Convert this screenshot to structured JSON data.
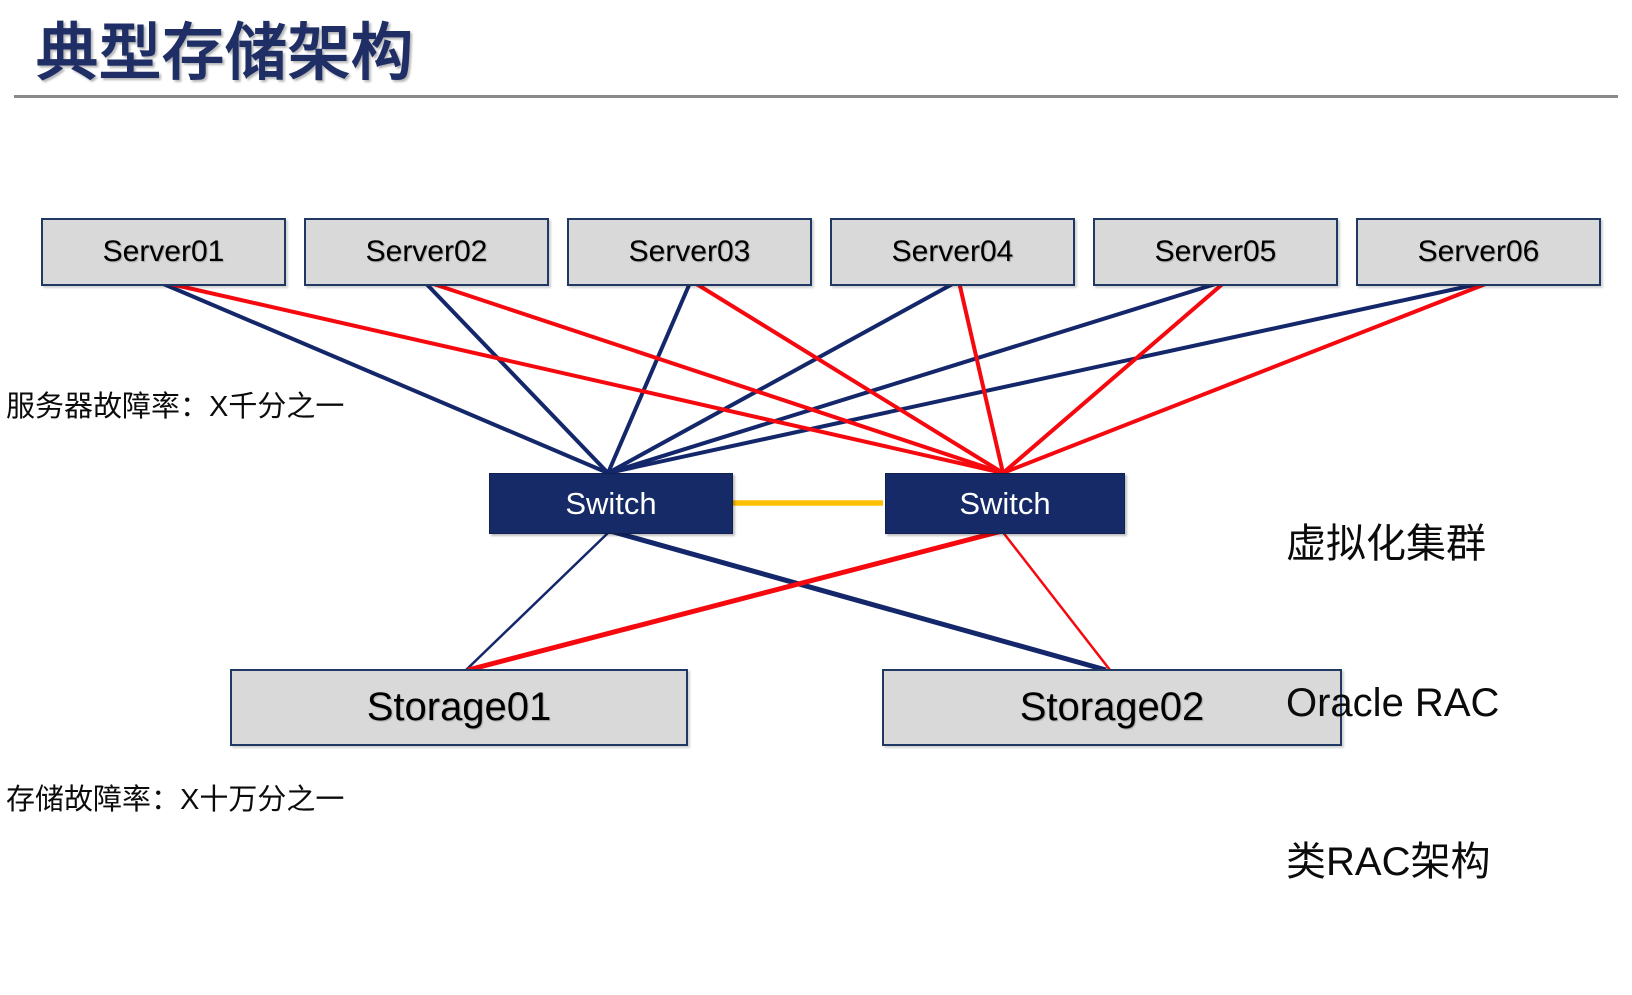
{
  "slide": {
    "title": "典型存储架构",
    "notes": {
      "server_failure_rate": "服务器故障率：X千分之一",
      "storage_failure_rate": "存储故障率：X十万分之一",
      "cluster_note_line1": "虚拟化集群",
      "cluster_note_line2": "Oracle RAC",
      "cluster_note_line3": "类RAC架构"
    }
  },
  "diagram": {
    "servers": [
      {
        "label": "Server01"
      },
      {
        "label": "Server02"
      },
      {
        "label": "Server03"
      },
      {
        "label": "Server04"
      },
      {
        "label": "Server05"
      },
      {
        "label": "Server06"
      }
    ],
    "switches": [
      {
        "label": "Switch"
      },
      {
        "label": "Switch"
      }
    ],
    "storages": [
      {
        "label": "Storage01"
      },
      {
        "label": "Storage02"
      }
    ],
    "links": [
      {
        "from": "Server01",
        "to": "Switch-left",
        "color": "navy"
      },
      {
        "from": "Server02",
        "to": "Switch-left",
        "color": "navy"
      },
      {
        "from": "Server03",
        "to": "Switch-left",
        "color": "navy"
      },
      {
        "from": "Server04",
        "to": "Switch-left",
        "color": "navy"
      },
      {
        "from": "Server05",
        "to": "Switch-left",
        "color": "navy"
      },
      {
        "from": "Server06",
        "to": "Switch-left",
        "color": "navy"
      },
      {
        "from": "Server01",
        "to": "Switch-right",
        "color": "red"
      },
      {
        "from": "Server02",
        "to": "Switch-right",
        "color": "red"
      },
      {
        "from": "Server03",
        "to": "Switch-right",
        "color": "red"
      },
      {
        "from": "Server04",
        "to": "Switch-right",
        "color": "red"
      },
      {
        "from": "Server05",
        "to": "Switch-right",
        "color": "red"
      },
      {
        "from": "Server06",
        "to": "Switch-right",
        "color": "red"
      },
      {
        "from": "Switch-left",
        "to": "Switch-right",
        "color": "orange"
      },
      {
        "from": "Switch-left",
        "to": "Storage01",
        "color": "navy"
      },
      {
        "from": "Switch-left",
        "to": "Storage02",
        "color": "navy"
      },
      {
        "from": "Switch-right",
        "to": "Storage01",
        "color": "red"
      },
      {
        "from": "Switch-right",
        "to": "Storage02",
        "color": "red"
      }
    ],
    "colors": {
      "navy_line": "#14276B",
      "red_line": "#F5090F",
      "inter_switch_link": "#FFC000",
      "node_fill": "#D9D9D9",
      "node_border": "#1F3864",
      "switch_fill": "#152A66",
      "title_text": "#1F2F66",
      "divider": "#8A8A8A"
    }
  }
}
